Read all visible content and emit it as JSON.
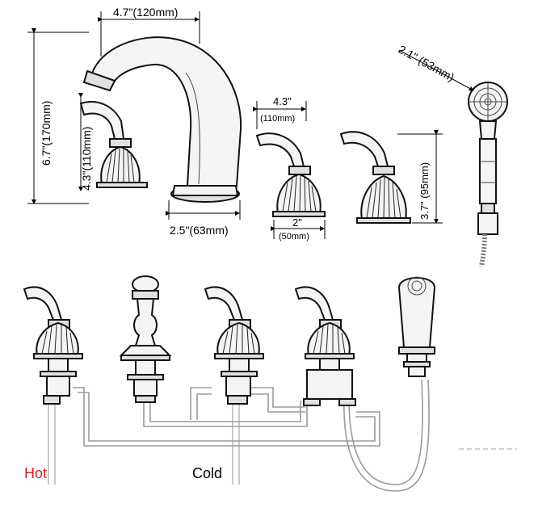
{
  "dimensions": {
    "spout_reach": "4.7\"(120mm)",
    "spout_height": "6.7\"(170mm)",
    "handle_height_left": "4.3\"(110mm)",
    "spout_base": "2.5\"(63mm)",
    "handle_reach_top": "4.3\"",
    "handle_reach_top_mm": "(110mm)",
    "handle_base": "2\"",
    "handle_base_mm": "(50mm)",
    "handle_height_right": "3.7\" (95mm)",
    "shower_head": "2.1\" (53mm)"
  },
  "labels": {
    "hot": "Hot",
    "cold": "Cold"
  },
  "colors": {
    "hot": "#d42020",
    "cold": "#111111",
    "pipe": "#9a9a9a"
  }
}
